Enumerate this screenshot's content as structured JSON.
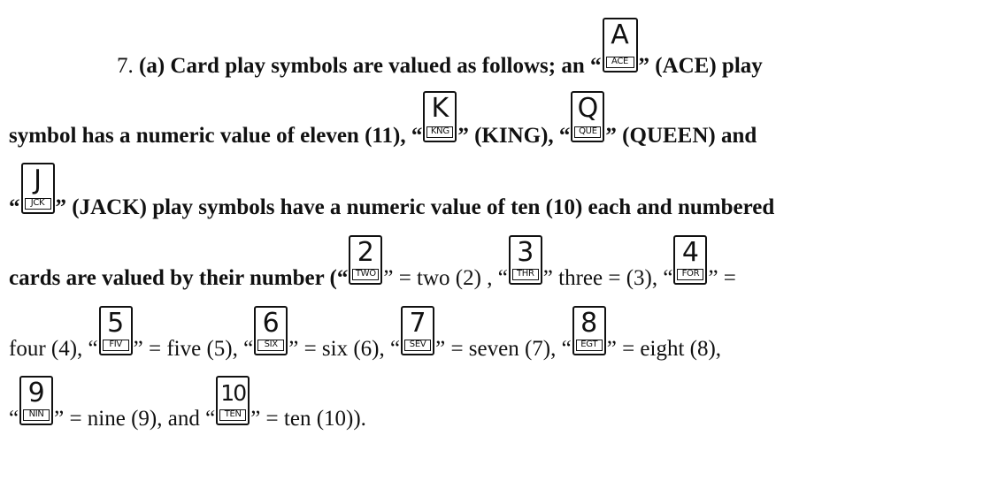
{
  "paragraph": {
    "number": "7.",
    "part": "(a)",
    "text_1": "Card play symbols are valued as follows; an “",
    "text_2": "” (ACE) play",
    "text_3": "symbol has a numeric value of eleven (11), “",
    "text_4": "” (KING), “",
    "text_5": "” (QUEEN) and",
    "text_6": "“",
    "text_7": "” (JACK) play symbols have a numeric value of ten (10) each and numbered",
    "text_8": "cards are valued by their number (“",
    "text_9": "” = two (2) , “",
    "text_10": "” three = (3), “",
    "text_11": "” =",
    "text_12": "four (4), “",
    "text_13": "” = five (5), “",
    "text_14": "” = six (6), “",
    "text_15": "” = seven (7), “",
    "text_16": "” = eight (8),",
    "text_17": "“",
    "text_18": "” = nine (9), and “",
    "text_19": "” = ten (10))."
  },
  "symbols": {
    "ace": {
      "big": "A",
      "small": "ACE"
    },
    "king": {
      "big": "K",
      "small": "KNG"
    },
    "queen": {
      "big": "Q",
      "small": "QUE"
    },
    "jack": {
      "big": "J",
      "small": "JCK"
    },
    "two": {
      "big": "2",
      "small": "TWO"
    },
    "three": {
      "big": "3",
      "small": "THR"
    },
    "four": {
      "big": "4",
      "small": "FOR"
    },
    "five": {
      "big": "5",
      "small": "FIV"
    },
    "six": {
      "big": "6",
      "small": "SIX"
    },
    "seven": {
      "big": "7",
      "small": "SEV"
    },
    "eight": {
      "big": "8",
      "small": "EGT"
    },
    "nine": {
      "big": "9",
      "small": "NIN"
    },
    "ten": {
      "big": "10",
      "small": "TEN"
    }
  }
}
